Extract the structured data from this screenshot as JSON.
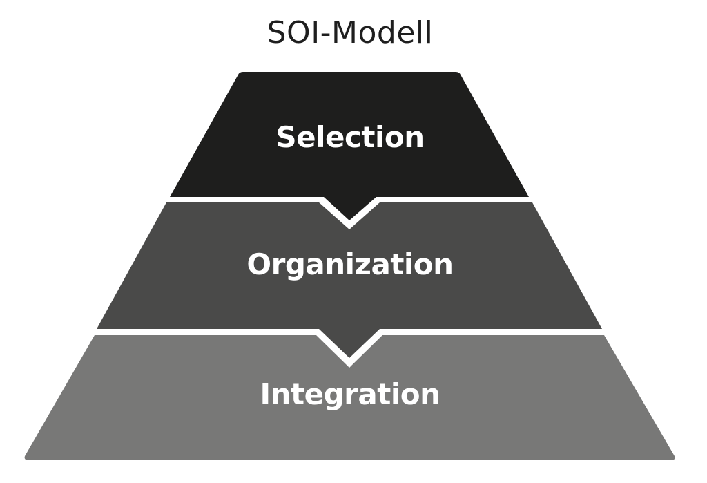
{
  "title": "SOI-Modell",
  "layers": [
    {
      "label": "Selection",
      "color": "#1e1e1d"
    },
    {
      "label": "Organization",
      "color": "#4a4a49"
    },
    {
      "label": "Integration",
      "color": "#787877"
    }
  ],
  "background": "#ffffff"
}
